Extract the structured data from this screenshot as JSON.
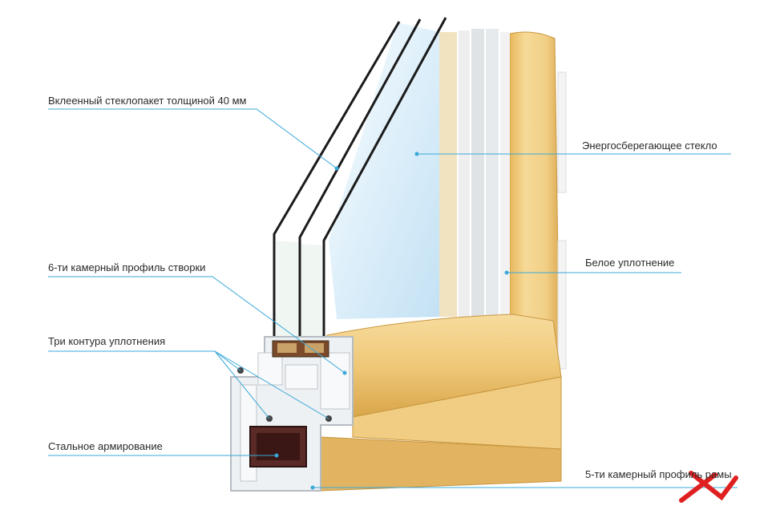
{
  "labels": {
    "glass_unit": "Вклеенный стеклопакет толщиной 40 мм",
    "sash_profile": "6-ти камерный профиль створки",
    "seal_contours": "Три контура уплотнения",
    "steel_reinforcement": "Стальное армирование",
    "energy_glass": "Энергосберегающее стекло",
    "white_seal": "Белое уплотнение",
    "frame_profile": "5-ти камерный профиль рамы"
  },
  "colors": {
    "leader_line": "#3aa8d8",
    "wood_light": "#f3d48c",
    "wood_dark": "#d9a64a",
    "glass": "#cfe6f6",
    "pvc": "#e9ecee",
    "steel": "#5a2a26",
    "watermark": "#e02020"
  },
  "icons": {
    "watermark": "red-x-logo-icon"
  }
}
